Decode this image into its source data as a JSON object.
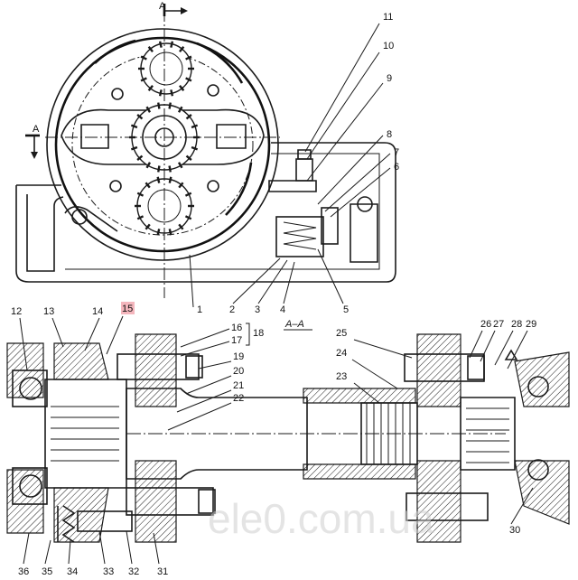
{
  "section_marker": "A",
  "section_view_label": "A–A",
  "bracket_label": "18",
  "watermark": "ele0.com.ua",
  "highlight_color": "#f4b6bd",
  "callouts": [
    "1",
    "2",
    "3",
    "4",
    "5",
    "6",
    "7",
    "8",
    "9",
    "10",
    "11",
    "12",
    "13",
    "14",
    "15",
    "16",
    "17",
    "19",
    "20",
    "21",
    "22",
    "23",
    "24",
    "25",
    "26",
    "27",
    "28",
    "29",
    "30",
    "31",
    "32",
    "33",
    "34",
    "35",
    "36"
  ],
  "highlighted_callout": "15"
}
